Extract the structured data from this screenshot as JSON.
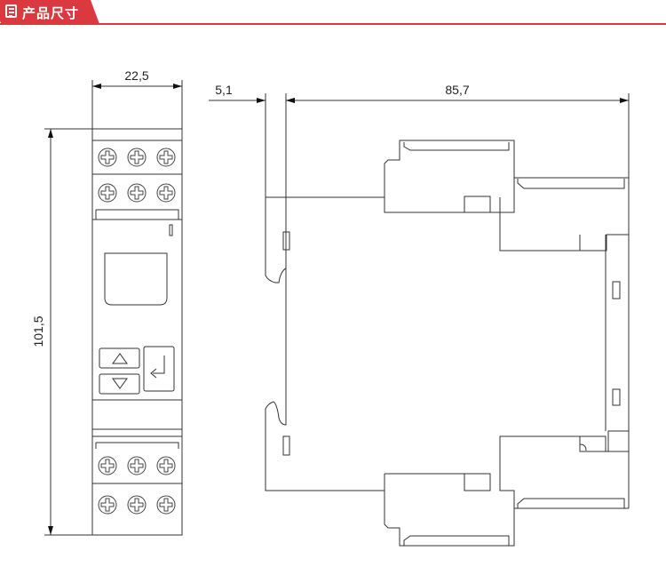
{
  "header": {
    "title": "产品尺寸",
    "icon": "document-icon",
    "accent": "#d9393f"
  },
  "dimensions": {
    "width_front": "22,5",
    "height": "101,5",
    "rail_offset": "5,1",
    "depth": "85,7"
  }
}
